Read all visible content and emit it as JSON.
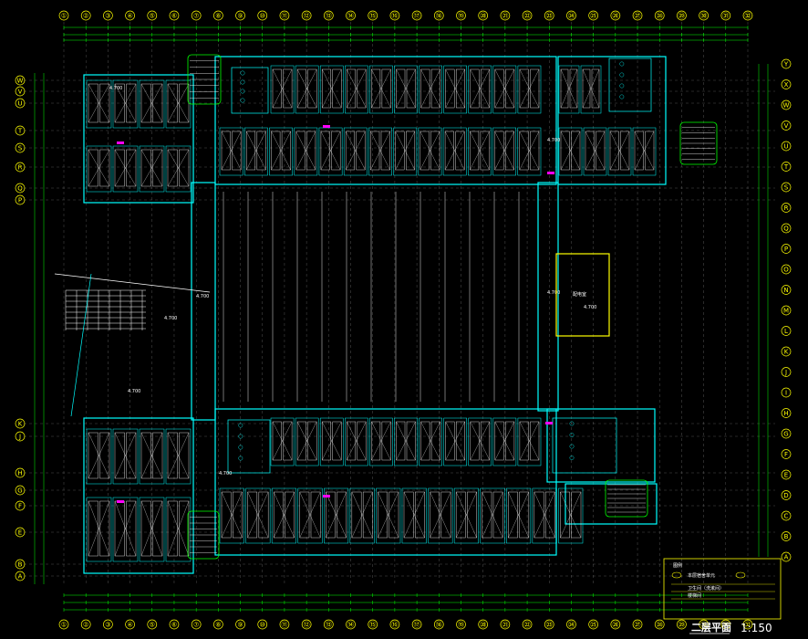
{
  "drawing": {
    "title": "二层平面",
    "scale": "1:150",
    "colors": {
      "background": "#000000",
      "axis": "#ffff00",
      "dimension": "#00ff00",
      "wall": "#00ffff",
      "furniture": "#ffffff",
      "grid": "#ffffff",
      "accent": "#ff00ff"
    },
    "column_axes": [
      "①",
      "②",
      "③",
      "④",
      "⑤",
      "⑥",
      "⑦",
      "⑧",
      "⑨",
      "⑩",
      "⑪",
      "⑫",
      "⑬",
      "⑭",
      "⑮",
      "⑯",
      "⑰",
      "⑱",
      "⑲",
      "⑳",
      "㉑",
      "㉒",
      "㉓",
      "㉔",
      "㉕",
      "㉖",
      "㉗",
      "㉘",
      "㉙",
      "㉚",
      "㉛",
      "㉜"
    ],
    "left_row_axes": [
      "W",
      "V",
      "U",
      "T",
      "S",
      "R",
      "Q",
      "P",
      "K",
      "J",
      "H",
      "G",
      "F",
      "E",
      "B",
      "A"
    ],
    "right_row_axes": [
      "Y",
      "X",
      "W",
      "V",
      "U",
      "T",
      "S",
      "R",
      "Q",
      "P",
      "O",
      "N",
      "M",
      "L",
      "K",
      "J",
      "I",
      "H",
      "G",
      "F",
      "E",
      "D",
      "C",
      "B",
      "A"
    ],
    "elevation_labels": [
      "4.700",
      "4.700",
      "4.700",
      "4.700",
      "4.700",
      "4.700",
      "4.700",
      "4.700"
    ],
    "room_labels": [
      "配电室"
    ],
    "legend_lines": [
      "图例",
      "本层宿舍单元",
      "卫生间（洗漱间）",
      "楼梯间"
    ]
  }
}
